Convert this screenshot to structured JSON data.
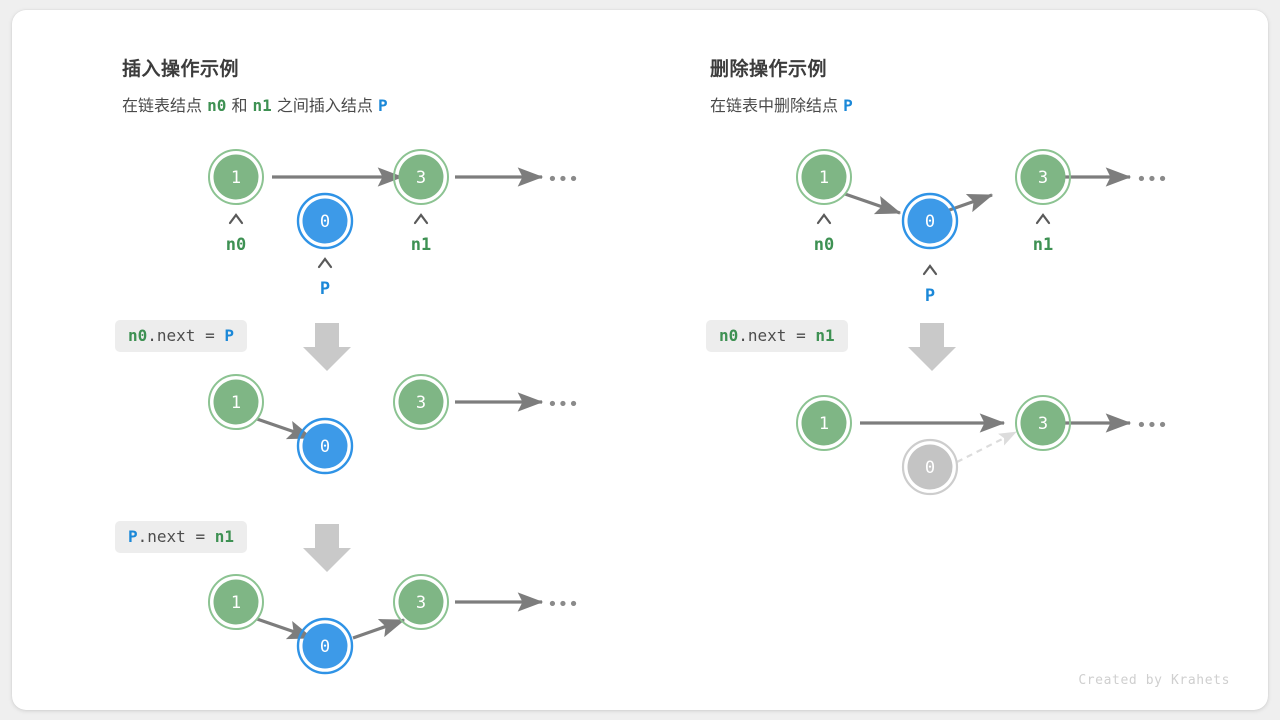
{
  "credit": "Created by Krahets",
  "colors": {
    "green": "#7fb685",
    "green_ring": "#8cc392",
    "green_text": "#3e9153",
    "blue": "#3d9ae8",
    "blue_ring": "#2f93e6",
    "blue_text": "#1b88d8",
    "gray_node": "#c4c4c4",
    "gray_ring": "#cdcdcd",
    "arrow": "#7d7d7d",
    "arrow_dashed": "#dcdcdc",
    "down_arrow": "#c9c9c9",
    "code_bg": "#ededed",
    "card_bg": "#ffffff",
    "page_bg": "#efefef"
  },
  "panels": [
    {
      "id": "insert",
      "title": "插入操作示例",
      "subtitle_parts": [
        {
          "text": "在链表结点 ",
          "style": "plain"
        },
        {
          "text": "n0",
          "style": "green"
        },
        {
          "text": " 和 ",
          "style": "plain"
        },
        {
          "text": "n1",
          "style": "green"
        },
        {
          "text": " 之间插入结点 ",
          "style": "plain"
        },
        {
          "text": "P",
          "style": "blue"
        }
      ],
      "steps": [
        {
          "code_parts": [
            {
              "text": "n0",
              "style": "green"
            },
            {
              "text": ".next = ",
              "style": "plain"
            },
            {
              "text": "P",
              "style": "blue"
            }
          ]
        },
        {
          "code_parts": [
            {
              "text": "P",
              "style": "blue"
            },
            {
              "text": ".next = ",
              "style": "plain"
            },
            {
              "text": "n1",
              "style": "green"
            }
          ]
        }
      ],
      "rows": [
        {
          "nodes": [
            {
              "value": "1",
              "kind": "green",
              "label": "n0",
              "label_style": "green"
            },
            {
              "value": "0",
              "kind": "blue",
              "label": "P",
              "label_style": "blue"
            },
            {
              "value": "3",
              "kind": "green",
              "label": "n1",
              "label_style": "green"
            }
          ],
          "ellipsis": "•••"
        },
        {
          "nodes": [
            {
              "value": "1",
              "kind": "green"
            },
            {
              "value": "0",
              "kind": "blue"
            },
            {
              "value": "3",
              "kind": "green"
            }
          ],
          "ellipsis": "•••"
        },
        {
          "nodes": [
            {
              "value": "1",
              "kind": "green"
            },
            {
              "value": "0",
              "kind": "blue"
            },
            {
              "value": "3",
              "kind": "green"
            }
          ],
          "ellipsis": "•••"
        }
      ]
    },
    {
      "id": "delete",
      "title": "删除操作示例",
      "subtitle_parts": [
        {
          "text": "在链表中删除结点 ",
          "style": "plain"
        },
        {
          "text": "P",
          "style": "blue"
        }
      ],
      "steps": [
        {
          "code_parts": [
            {
              "text": "n0",
              "style": "green"
            },
            {
              "text": ".next = ",
              "style": "plain"
            },
            {
              "text": "n1",
              "style": "green"
            }
          ]
        }
      ],
      "rows": [
        {
          "nodes": [
            {
              "value": "1",
              "kind": "green",
              "label": "n0",
              "label_style": "green"
            },
            {
              "value": "0",
              "kind": "blue",
              "label": "P",
              "label_style": "blue"
            },
            {
              "value": "3",
              "kind": "green",
              "label": "n1",
              "label_style": "green"
            }
          ],
          "ellipsis": "•••"
        },
        {
          "nodes": [
            {
              "value": "1",
              "kind": "green"
            },
            {
              "value": "0",
              "kind": "gray"
            },
            {
              "value": "3",
              "kind": "green"
            }
          ],
          "ellipsis": "•••"
        }
      ]
    }
  ]
}
